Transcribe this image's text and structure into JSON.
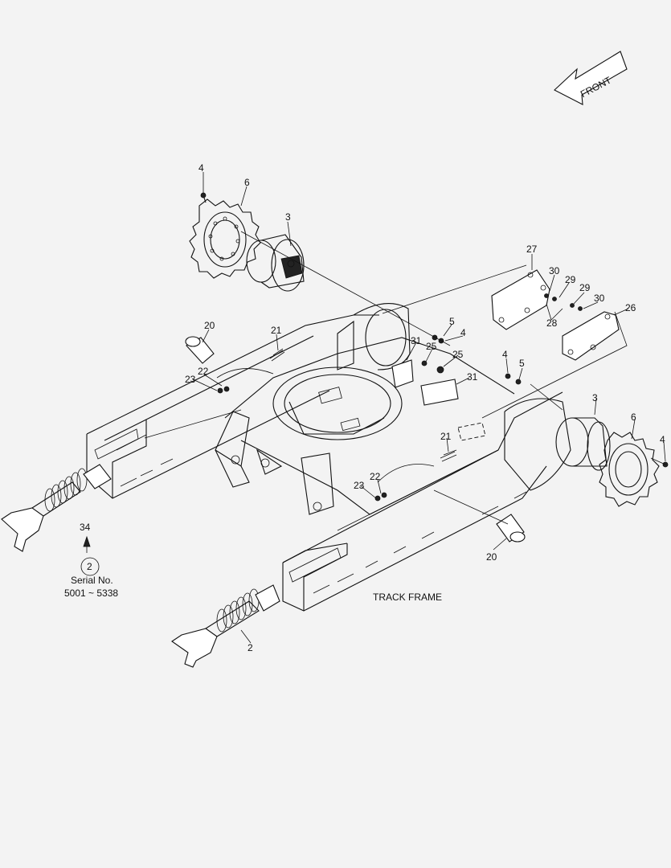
{
  "title": "TRACK FRAME",
  "front_label": "FRONT",
  "serial_circle": "2",
  "serial_label": "Serial No.",
  "serial_range": "5001 ~ 5338",
  "callouts": [
    {
      "id": "c-4-top",
      "label": "4"
    },
    {
      "id": "c-6-top",
      "label": "6"
    },
    {
      "id": "c-3-top",
      "label": "3"
    },
    {
      "id": "c-27",
      "label": "27"
    },
    {
      "id": "c-30-a",
      "label": "30"
    },
    {
      "id": "c-29-a",
      "label": "29"
    },
    {
      "id": "c-29-b",
      "label": "29"
    },
    {
      "id": "c-30-b",
      "label": "30"
    },
    {
      "id": "c-28",
      "label": "28"
    },
    {
      "id": "c-26",
      "label": "26"
    },
    {
      "id": "c-20-top",
      "label": "20"
    },
    {
      "id": "c-21-top",
      "label": "21"
    },
    {
      "id": "c-5-top",
      "label": "5"
    },
    {
      "id": "c-4-mid",
      "label": "4"
    },
    {
      "id": "c-31-a",
      "label": "31"
    },
    {
      "id": "c-25-a",
      "label": "25"
    },
    {
      "id": "c-25-b",
      "label": "25"
    },
    {
      "id": "c-31-b",
      "label": "31"
    },
    {
      "id": "c-4-right",
      "label": "4"
    },
    {
      "id": "c-5-right",
      "label": "5"
    },
    {
      "id": "c-22-top",
      "label": "22"
    },
    {
      "id": "c-23-top",
      "label": "23"
    },
    {
      "id": "c-3-right",
      "label": "3"
    },
    {
      "id": "c-6-right",
      "label": "6"
    },
    {
      "id": "c-4-far",
      "label": "4"
    },
    {
      "id": "c-21-bottom",
      "label": "21"
    },
    {
      "id": "c-22-bottom",
      "label": "22"
    },
    {
      "id": "c-23-bottom",
      "label": "23"
    },
    {
      "id": "c-20-bottom",
      "label": "20"
    },
    {
      "id": "c-34",
      "label": "34"
    },
    {
      "id": "c-2",
      "label": "2"
    }
  ]
}
